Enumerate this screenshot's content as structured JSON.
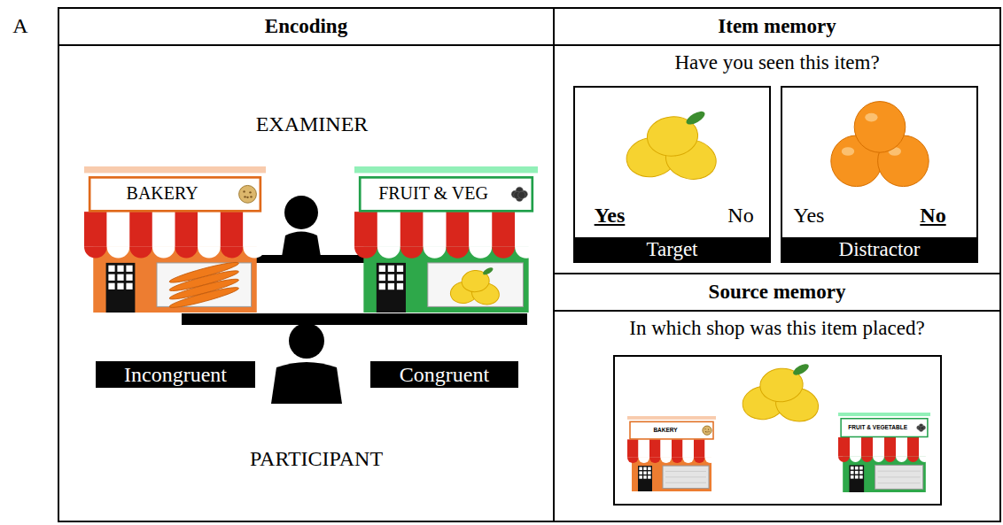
{
  "diagram": {
    "nodes": [
      {
        "text": [
          "Encoding"
        ]
      },
      {
        "text": [
          "BAKERY"
        ],
        "in": 0
      },
      {
        "text": [
          "FRUIT & VEG"
        ],
        "in": 0
      },
      {
        "text": [
          "Incongruent"
        ],
        "in": 0
      },
      {
        "text": [
          "Congruent"
        ],
        "in": 0
      },
      {
        "text": [
          "Item memory",
          "Have you seen this item?"
        ]
      },
      {
        "text": [
          "Yes",
          "No",
          "Target"
        ],
        "in": 5
      },
      {
        "text": [
          "Yes",
          "No",
          "Distractor"
        ],
        "in": 5
      },
      {
        "text": [
          "Source memory",
          "In which shop was this item placed?"
        ]
      },
      {
        "text": [
          "BAKERY"
        ],
        "in": 8
      },
      {
        "text": [
          "FRUIT & VEGETABLE"
        ],
        "in": 8
      }
    ],
    "labels": [
      "A",
      "EXAMINER",
      "PARTICIPANT"
    ]
  }
}
